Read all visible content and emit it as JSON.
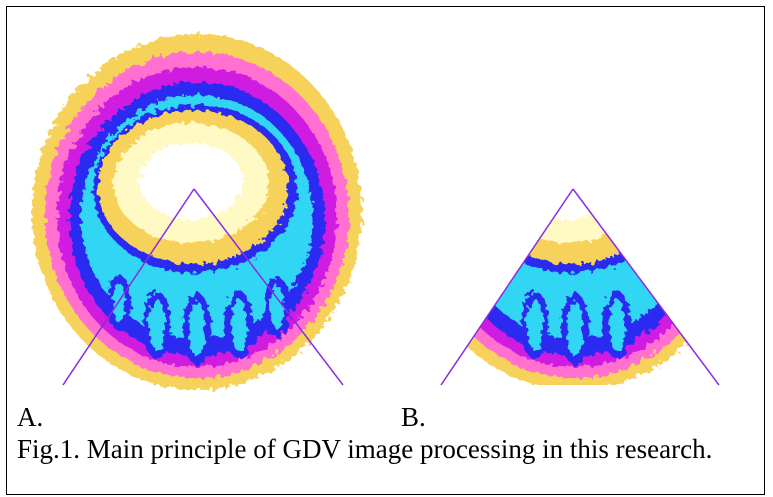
{
  "panels": [
    {
      "label": "A."
    },
    {
      "label": "B."
    }
  ],
  "caption": "Fig.1. Main principle of GDV image processing in this research.",
  "colors": {
    "glow_outer": "#f7d25a",
    "glow_mid": "#ff6fd0",
    "glow_magenta": "#d01de0",
    "glow_blue": "#2c2cf0",
    "glow_cyan": "#33d6f5",
    "glow_core": "#fff9c4",
    "sector_line": "#8a2be2"
  }
}
